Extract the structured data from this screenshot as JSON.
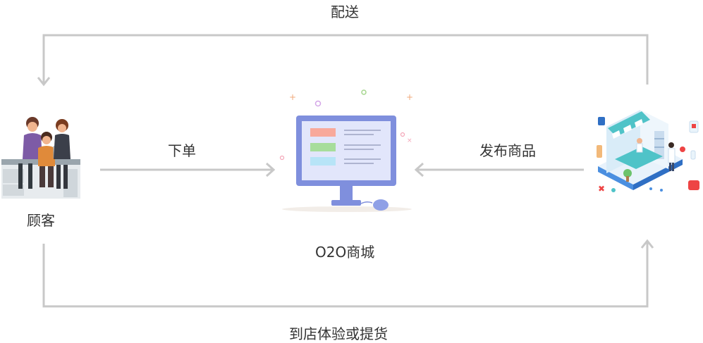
{
  "labels": {
    "top_flow": "配送",
    "customer": "顾客",
    "order": "下单",
    "mall": "O2O商城",
    "publish": "发布商品",
    "bottom_flow": "到店体验或提货"
  },
  "colors": {
    "line": "#c8c8c8",
    "monitor_frame": "#7f8fdd",
    "monitor_screen": "#e2e6fb",
    "bar_orange": "#f8a99b",
    "bar_green": "#a7dd9b",
    "bar_blue": "#b7e4f7",
    "store_teal": "#4fc3c8"
  }
}
